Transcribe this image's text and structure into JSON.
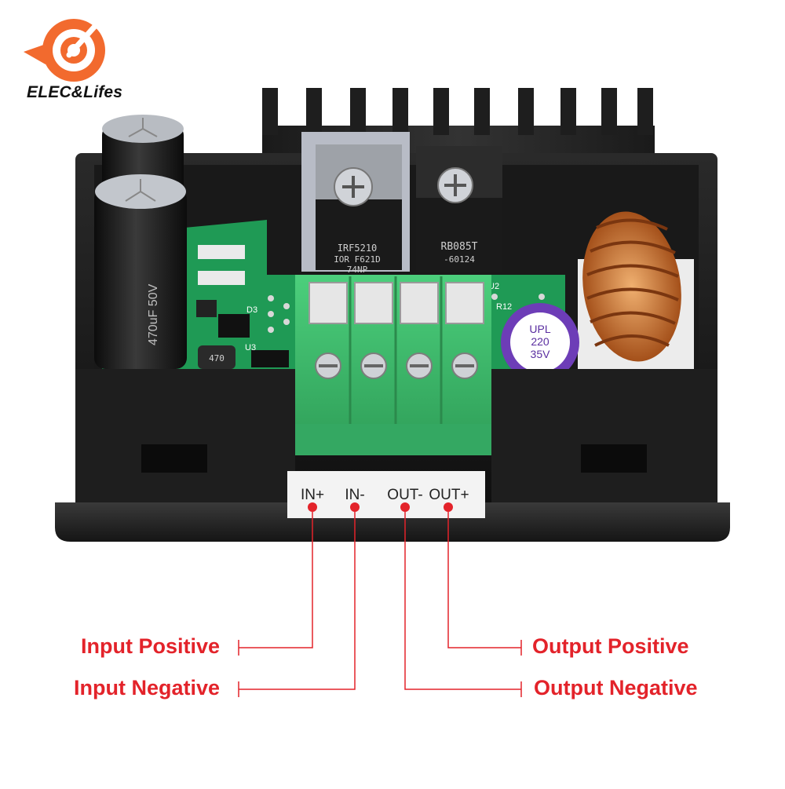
{
  "brand": {
    "name": "ELEC&Lifes",
    "accent_color": "#f26a2e",
    "icon": "brand-logo-icon"
  },
  "colors": {
    "callout_red": "#e3232a",
    "pcb_green": "#1f9a55",
    "terminal_green": "#3fbf6f",
    "case_black": "#1b1b1b",
    "coil_copper": "#c8702a"
  },
  "device": {
    "terminal_labels": [
      "IN+",
      "IN-",
      "OUT-",
      "OUT+"
    ],
    "mosfet_marking_1": "IRF5210",
    "mosfet_marking_2": "IOR F621D",
    "mosfet_marking_3": "74NP",
    "diode_marking_1": "RB085T",
    "diode_marking_2": "-60124",
    "capacitor_small": [
      "UPL",
      "220",
      "35V"
    ],
    "capacitor_large": "470uF 50V",
    "inductor_marking": "470",
    "pcb_refs": [
      "U2",
      "R12",
      "D3",
      "U3"
    ]
  },
  "callouts": {
    "input_positive": "Input Positive",
    "input_negative": "Input Negative",
    "output_positive": "Output Positive",
    "output_negative": "Output Negative"
  }
}
